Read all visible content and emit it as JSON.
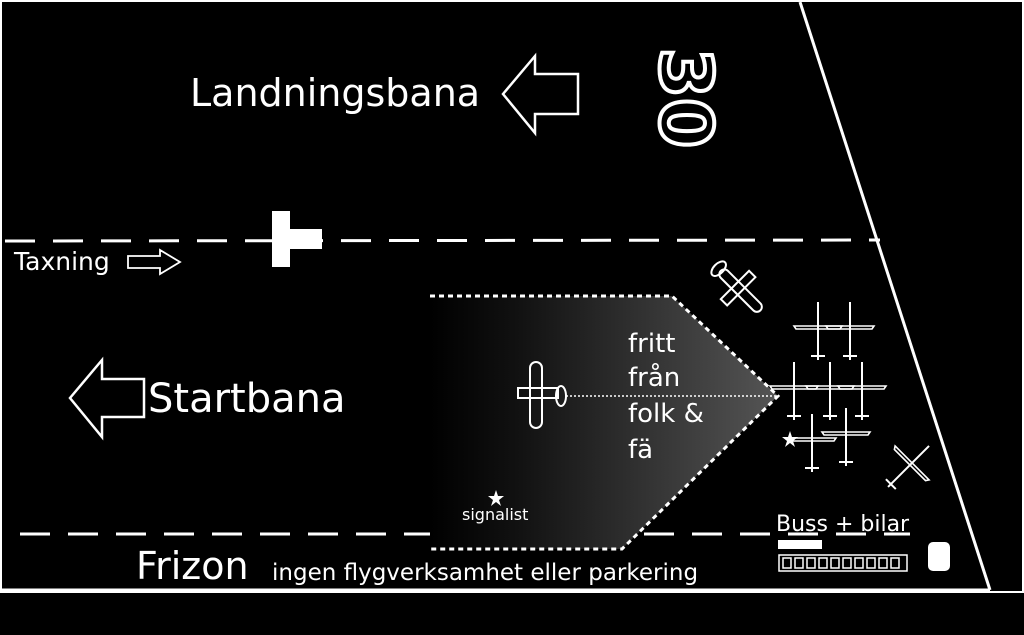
{
  "labels": {
    "landing_runway": "Landningsbana",
    "runway_number": "30",
    "taxiing": "Taxning",
    "start_runway": "Startbana",
    "clear_zone_lines": [
      "fritt",
      "från",
      "folk &",
      "fä"
    ],
    "signalist": "signalist",
    "bus_cars": "Buss + bilar",
    "free_zone_title": "Frizon",
    "free_zone_subtitle": "ingen flygverksamhet eller parkering"
  },
  "colors": {
    "background": "#000000",
    "foreground": "#ffffff"
  },
  "icons": {
    "landing_arrow": "arrow-left-outline-icon",
    "taxi_arrow": "arrow-right-outline-icon",
    "start_arrow": "arrow-left-outline-icon",
    "t_marker": "landing-t-icon",
    "aircraft": "glider-plane-icon",
    "tow_plane": "tow-plane-icon",
    "signal_star": "star-icon"
  }
}
